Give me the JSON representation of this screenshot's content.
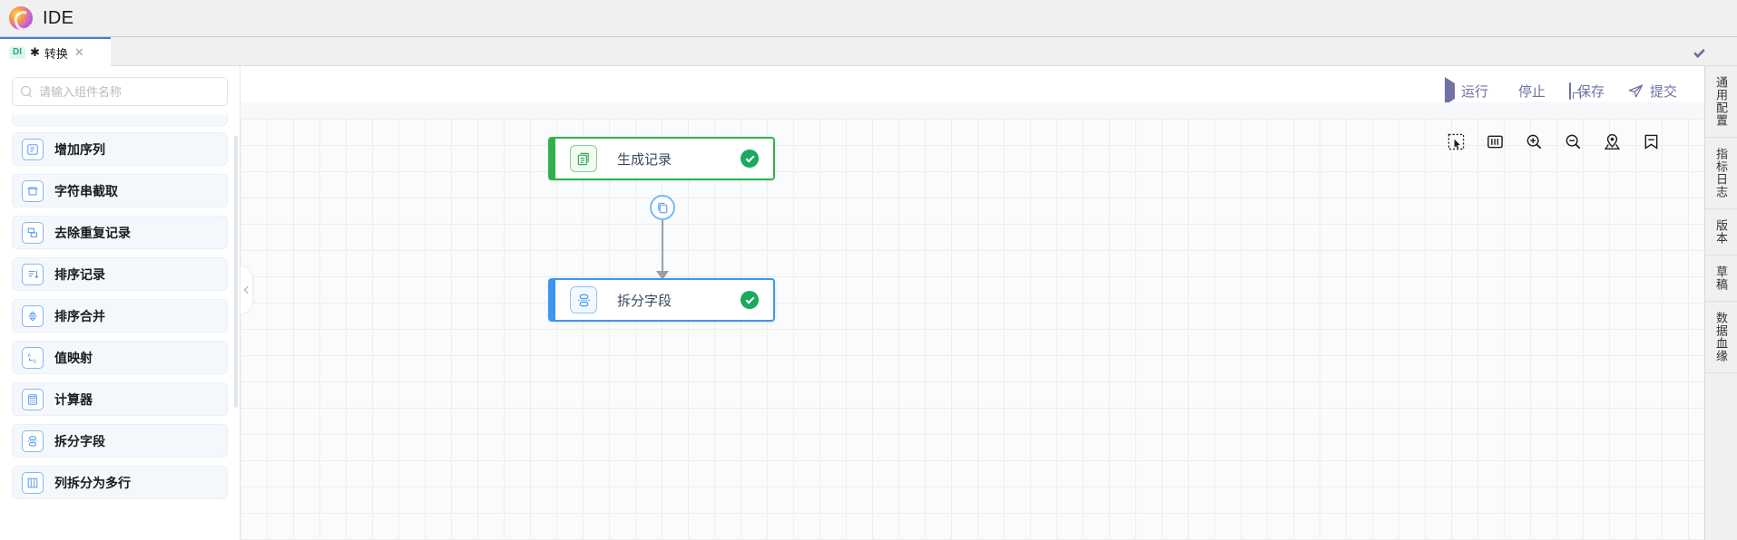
{
  "titlebar": {
    "app_title": "IDE",
    "logo_icon": "swirl-logo-icon"
  },
  "tab": {
    "badge": "DI",
    "dirty_marker": "✱",
    "title": "转换",
    "close_icon": "✕",
    "collapse_icon": "double-chevron-down-icon"
  },
  "sidebar": {
    "search": {
      "placeholder": "请输入组件名称",
      "value": "",
      "icon": "search-icon"
    },
    "items": [
      {
        "label": "增加序列",
        "icon": "add-sequence-icon"
      },
      {
        "label": "字符串截取",
        "icon": "substring-icon"
      },
      {
        "label": "去除重复记录",
        "icon": "dedupe-icon"
      },
      {
        "label": "排序记录",
        "icon": "sort-rows-icon"
      },
      {
        "label": "排序合并",
        "icon": "merge-sort-icon"
      },
      {
        "label": "值映射",
        "icon": "value-mapping-icon"
      },
      {
        "label": "计算器",
        "icon": "calculator-icon"
      },
      {
        "label": "拆分字段",
        "icon": "split-field-icon"
      },
      {
        "label": "列拆分为多行",
        "icon": "split-column-to-rows-icon"
      }
    ]
  },
  "actions": [
    {
      "label": "运行",
      "icon": "play-icon"
    },
    {
      "label": "停止",
      "icon": "stop-icon"
    },
    {
      "label": "保存",
      "icon": "save-icon"
    },
    {
      "label": "提交",
      "icon": "submit-send-icon"
    }
  ],
  "canvas_tools": [
    {
      "icon": "marquee-select-icon"
    },
    {
      "icon": "fit-to-view-icon"
    },
    {
      "icon": "zoom-in-icon"
    },
    {
      "icon": "zoom-out-icon"
    },
    {
      "icon": "locate-pin-icon"
    },
    {
      "icon": "bookmark-icon"
    }
  ],
  "graph": {
    "nodes": [
      {
        "label": "生成记录",
        "status": "success",
        "accent": "#2fb24c",
        "icon": "generate-records-icon"
      },
      {
        "label": "拆分字段",
        "status": "success",
        "accent": "#3b96f0",
        "icon": "split-field-icon"
      }
    ],
    "edge": {
      "badge_icon": "copy-records-icon"
    }
  },
  "right_rail": [
    {
      "label": "通用配置"
    },
    {
      "label": "指标日志"
    },
    {
      "label": "版本"
    },
    {
      "label": "草稿"
    },
    {
      "label": "数据血缘"
    }
  ],
  "colors": {
    "accent_blue": "#3b96f0",
    "accent_green": "#2fb24c",
    "status_green": "#1aa95e",
    "action_purple": "#6f72a3"
  }
}
